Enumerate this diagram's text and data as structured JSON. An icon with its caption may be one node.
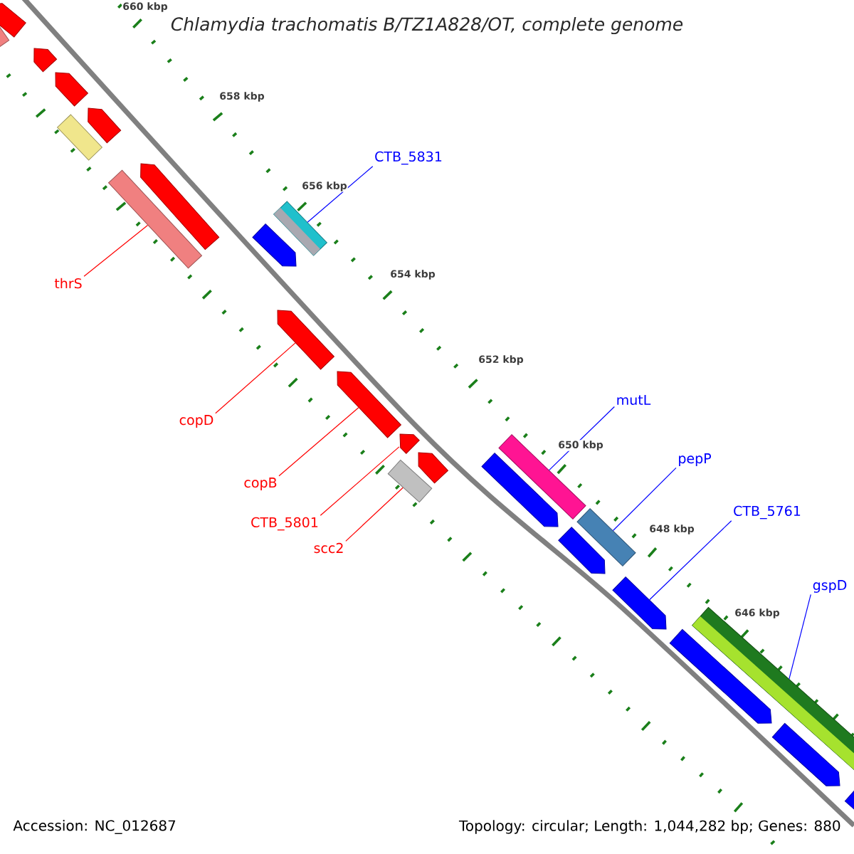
{
  "diagram": {
    "title": "*Chlamydia trachomatis B/TZ1A828/OT, complete genome*",
    "nodes": [
      {
        "text": [
          "thrS"
        ]
      },
      {
        "text": [
          "copD"
        ]
      },
      {
        "text": [
          "copB"
        ]
      },
      {
        "text": [
          "CTB_5801"
        ]
      },
      {
        "text": [
          "scc2"
        ]
      },
      {
        "text": [
          "CTB_5831"
        ]
      },
      {
        "text": [
          "mutL"
        ]
      },
      {
        "text": [
          "pepP"
        ]
      },
      {
        "text": [
          "CTB_5761"
        ]
      },
      {
        "text": [
          "gspD"
        ]
      },
      {
        "text": [],
        "shape": "arrow"
      },
      {
        "text": [],
        "shape": "arrow"
      },
      {
        "text": [],
        "shape": "arrow"
      },
      {
        "text": [],
        "shape": "arrow"
      },
      {
        "text": [],
        "shape": "arrow"
      },
      {
        "text": [],
        "shape": "arrow"
      },
      {
        "text": [],
        "shape": "arrow"
      },
      {
        "text": [],
        "shape": "arrow"
      },
      {
        "text": [],
        "shape": "arrow"
      },
      {
        "text": [],
        "shape": "bar"
      },
      {
        "text": [],
        "shape": "bar"
      },
      {
        "text": [],
        "shape": "bar"
      },
      {
        "text": [],
        "shape": "bar"
      },
      {
        "text": [],
        "shape": "arrow"
      },
      {
        "text": [],
        "shape": "bar"
      },
      {
        "text": [],
        "shape": "arrow"
      },
      {
        "text": [],
        "shape": "arrow"
      },
      {
        "text": [],
        "shape": "arrow"
      },
      {
        "text": [],
        "shape": "arrow"
      },
      {
        "text": [],
        "shape": "arrow"
      },
      {
        "text": [],
        "shape": "arrow"
      },
      {
        "text": [],
        "shape": "bar"
      },
      {
        "text": [],
        "shape": "bar"
      },
      {
        "text": [],
        "shape": "bar"
      }
    ],
    "edges": [
      {
        "from": 0,
        "to": 21,
        "arrow": "none"
      },
      {
        "from": 1,
        "to": 15,
        "arrow": "none"
      },
      {
        "from": 2,
        "to": 16,
        "arrow": "none"
      },
      {
        "from": 3,
        "to": 17,
        "arrow": "none"
      },
      {
        "from": 4,
        "to": 22,
        "arrow": "none"
      },
      {
        "from": 5,
        "to": 24,
        "arrow": "none",
        "color": "#0000ff"
      },
      {
        "from": 6,
        "to": 31,
        "arrow": "none",
        "color": "#0000ff"
      },
      {
        "from": 7,
        "to": 32,
        "arrow": "none",
        "color": "#0000ff"
      },
      {
        "from": 8,
        "to": 27,
        "arrow": "none",
        "color": "#0000ff"
      },
      {
        "from": 9,
        "to": 33,
        "arrow": "none",
        "color": "#0000ff"
      }
    ],
    "labels": [
      "660 kbp",
      "658 kbp",
      "656 kbp",
      "654 kbp",
      "652 kbp",
      "650 kbp",
      "648 kbp",
      "646 kbp",
      "Accession: NC_012687",
      "Topology: circular; Length: 1,044,282 bp; Genes: 880"
    ]
  }
}
